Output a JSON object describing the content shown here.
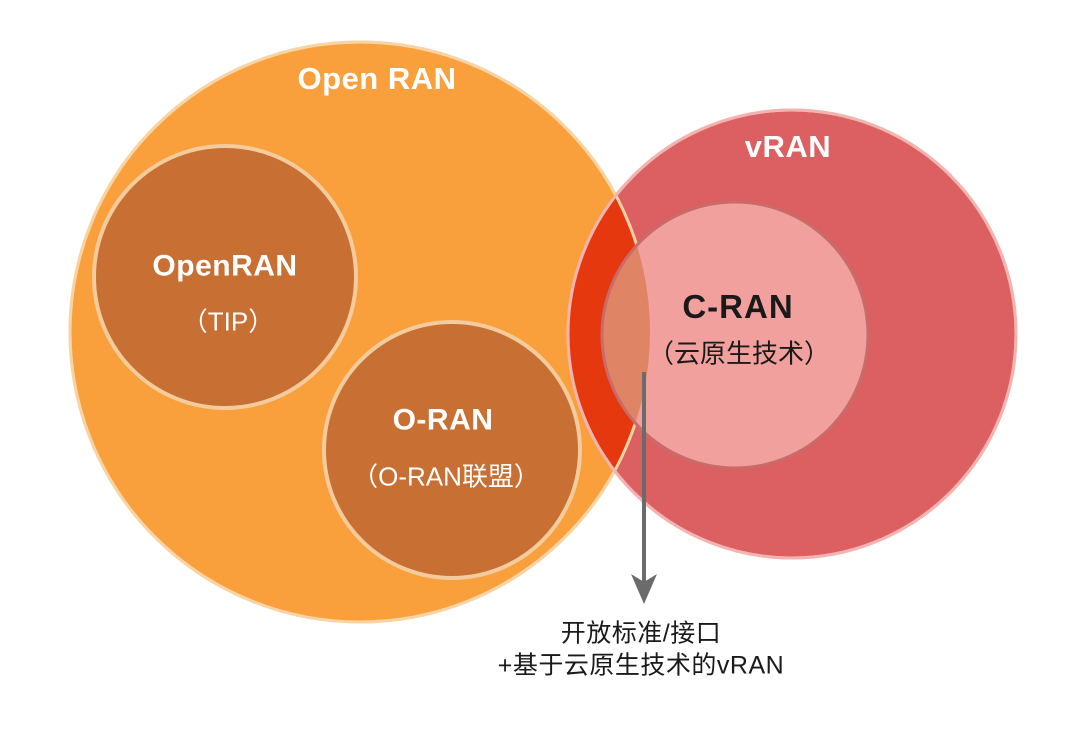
{
  "canvas": {
    "background": "#FFFFFF"
  },
  "colors": {
    "open_ran_fill": "#F9A03C",
    "open_ran_edge": "#F8D3A4",
    "sub_circle_fill": "#C86F33",
    "sub_circle_edge": "#F3CB9D",
    "vran_fill": "#DC5F62",
    "vran_edge": "#F2B4B1",
    "cran_fill": "#F2A09E",
    "cran_edge": "#C96B69",
    "overlap_open_vran": "#E6380F",
    "overlap_open_cran": "#E08466",
    "arrow": "#6B6B6B",
    "dark_text": "#1A1A1A",
    "light_text": "#FFFFFF"
  },
  "sets": {
    "open_ran": {
      "label": "Open RAN"
    },
    "vran": {
      "label": "vRAN"
    },
    "openran_tip": {
      "label": "OpenRAN",
      "sublabel": "（TIP）"
    },
    "o_ran": {
      "label": "O-RAN",
      "sublabel": "（O-RAN联盟）"
    },
    "c_ran": {
      "label": "C-RAN",
      "sublabel": "（云原生技术）"
    }
  },
  "annotation": {
    "line1": "开放标准/接口",
    "line2": "+基于云原生技术的vRAN"
  },
  "structure": {
    "outer_sets": [
      "Open RAN",
      "vRAN"
    ],
    "open_ran_contains": [
      "OpenRAN（TIP）",
      "O-RAN（O-RAN联盟）"
    ],
    "vran_contains": [
      "C-RAN（云原生技术）"
    ],
    "intersections": [
      "Open RAN ∩ vRAN",
      "Open RAN ∩ C-RAN（云原生技术）"
    ],
    "arrow_points_from": "C-RAN（云原生技术）",
    "arrow_points_to": "开放标准/接口 +基于云原生技术的vRAN"
  }
}
